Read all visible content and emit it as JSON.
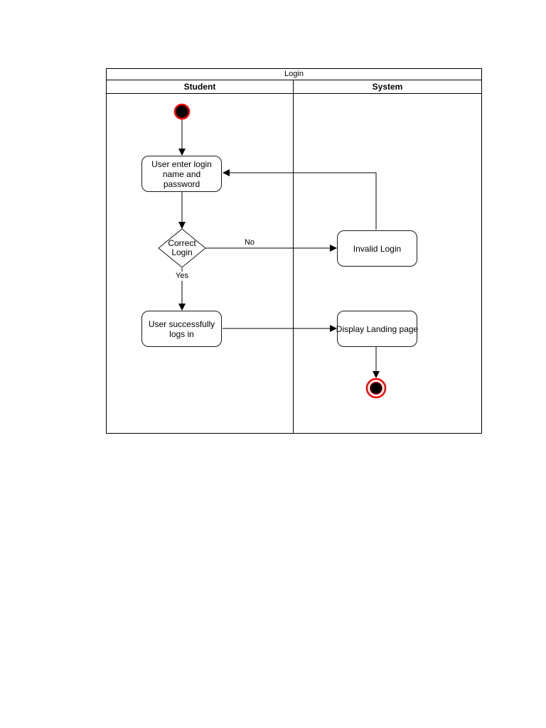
{
  "diagram": {
    "title": "Login",
    "lanes": [
      {
        "name": "Student"
      },
      {
        "name": "System"
      }
    ],
    "nodes": {
      "start": {
        "type": "initial-node"
      },
      "enter_login": {
        "label": "User enter login name and password"
      },
      "decision": {
        "label": "Correct Login"
      },
      "invalid_login": {
        "label": "Invalid Login"
      },
      "success_login": {
        "label": "User successfully logs in"
      },
      "display_landing": {
        "label": "Display Landing page"
      },
      "end": {
        "type": "final-node"
      }
    },
    "edges": {
      "no_label": "No",
      "yes_label": "Yes"
    },
    "colors": {
      "accent": "#ff0000",
      "line": "#000000",
      "fill": "#ffffff"
    }
  }
}
